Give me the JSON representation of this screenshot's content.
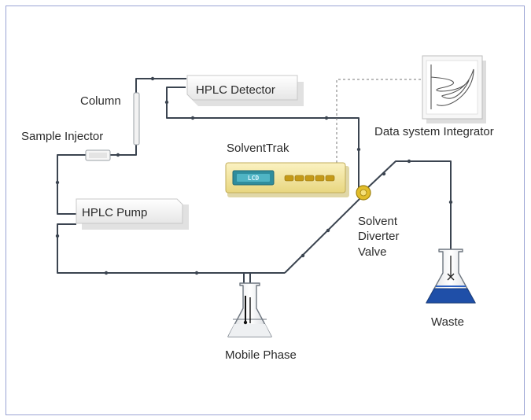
{
  "labels": {
    "column": "Column",
    "sample_injector": "Sample Injector",
    "hplc_detector": "HPLC Detector",
    "hplc_pump": "HPLC Pump",
    "solventtrak": "SolventTrak",
    "lcd": "LCD",
    "data_system": "Data system Integrator",
    "valve_line1": "Solvent",
    "valve_line2": "Diverter",
    "valve_line3": "Valve",
    "waste": "Waste",
    "mobile_phase": "Mobile Phase"
  },
  "colors": {
    "frame": "#9aa3d4",
    "pipe": "#3b4450",
    "solventtrak_body": "#f4e7a6",
    "lcd_panel": "#2f8d9d",
    "valve": "#d9b21c",
    "waste_liquid": "#1f4fa8"
  }
}
